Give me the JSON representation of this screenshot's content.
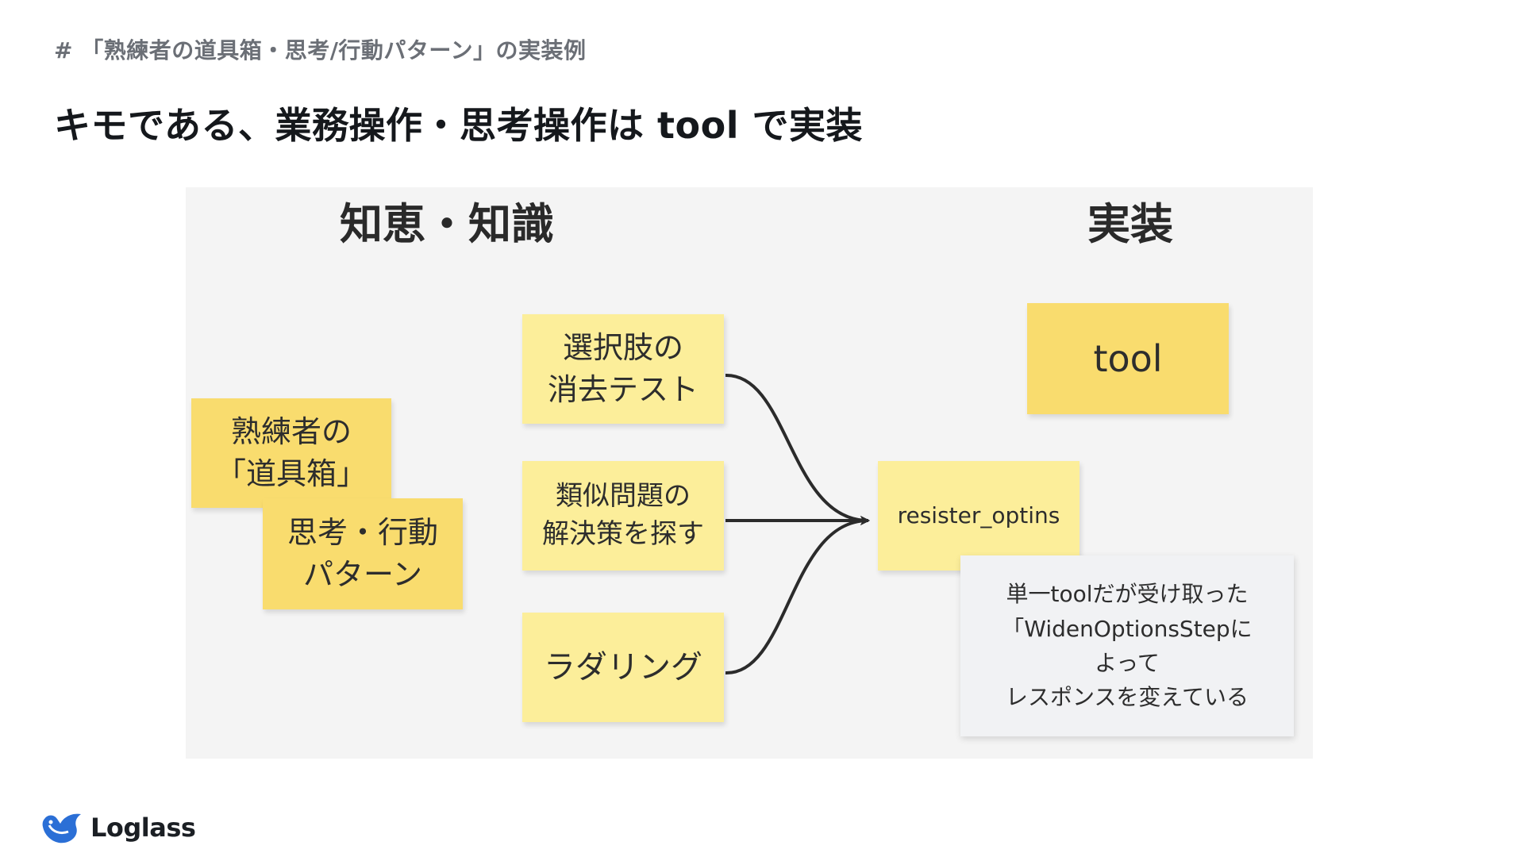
{
  "header": {
    "breadcrumb": "# 「熟練者の道具箱・思考/行動パターン」の実装例",
    "title": "キモである、業務操作・思考操作は tool で実装"
  },
  "diagram": {
    "left_heading": "知恵・知識",
    "right_heading": "実装",
    "stickies": {
      "toolbox": "熟練者の\n「道具箱」",
      "patterns": "思考・行動\nパターン",
      "elimination": "選択肢の\n消去テスト",
      "similar": "類似問題の\n解決策を探す",
      "lateral": "ラダリング",
      "tool": "tool",
      "resister": "resister_optins",
      "note": "単一toolだが受け取った\n「WidenOptionsStepに\nよって\nレスポンスを変えている"
    }
  },
  "footer": {
    "logo_text": "Loglass"
  },
  "colors": {
    "sticky_pale": "#fcee9a",
    "sticky_gold": "#f9dc6e",
    "note_bg": "#f1f2f4",
    "board_bg": "#f4f4f4",
    "logo_blue": "#2b6fd6"
  }
}
